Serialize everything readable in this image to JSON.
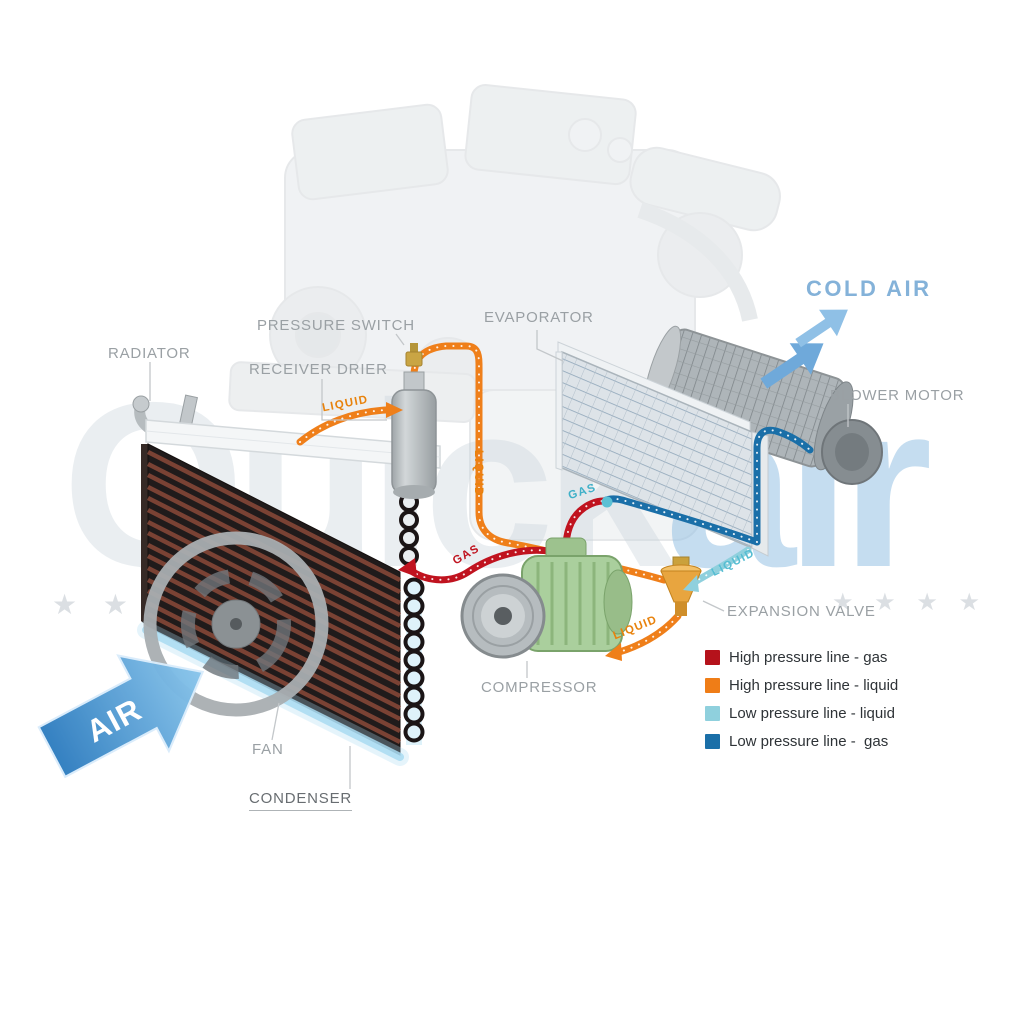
{
  "watermark": {
    "part1": "Quick",
    "part2": "air",
    "stars_left": "★ ★ ★ ★",
    "stars_right": "★ ★ ★ ★"
  },
  "labels": {
    "radiator": "RADIATOR",
    "pressure_switch": "PRESSURE SWITCH",
    "receiver_drier": "RECEIVER DRIER",
    "evaporator": "EVAPORATOR",
    "blower_motor": "BLOWER MOTOR",
    "cold_air": "COLD AIR",
    "expansion_valve": "EXPANSION VALVE",
    "compressor": "COMPRESSOR",
    "fan": "FAN",
    "condenser": "CONDENSER",
    "air": "AIR"
  },
  "flow": {
    "liquid_a": "LIQUID",
    "liquid_b": "LIQUID",
    "gas_a": "GAS",
    "gas_b": "GAS",
    "liquid_c": "LIQUID",
    "liquid_d": "LIQUID"
  },
  "legend": {
    "items": [
      {
        "label": "High pressure line - gas",
        "color": "#b5121b"
      },
      {
        "label": "High pressure line - liquid",
        "color": "#ef7d17"
      },
      {
        "label": "Low pressure line - liquid",
        "color": "#8fd0dd"
      },
      {
        "label": "Low pressure line -  gas",
        "color": "#1a6fa8"
      }
    ]
  },
  "colors": {
    "high_pressure_gas": "#c0131f",
    "high_pressure_liquid": "#ef7f1a",
    "low_pressure_liquid": "#8fd0dd",
    "low_pressure_gas": "#1a6fa8",
    "air_arrow": "#3b86c8",
    "cold_air_text": "#84b2d9"
  }
}
